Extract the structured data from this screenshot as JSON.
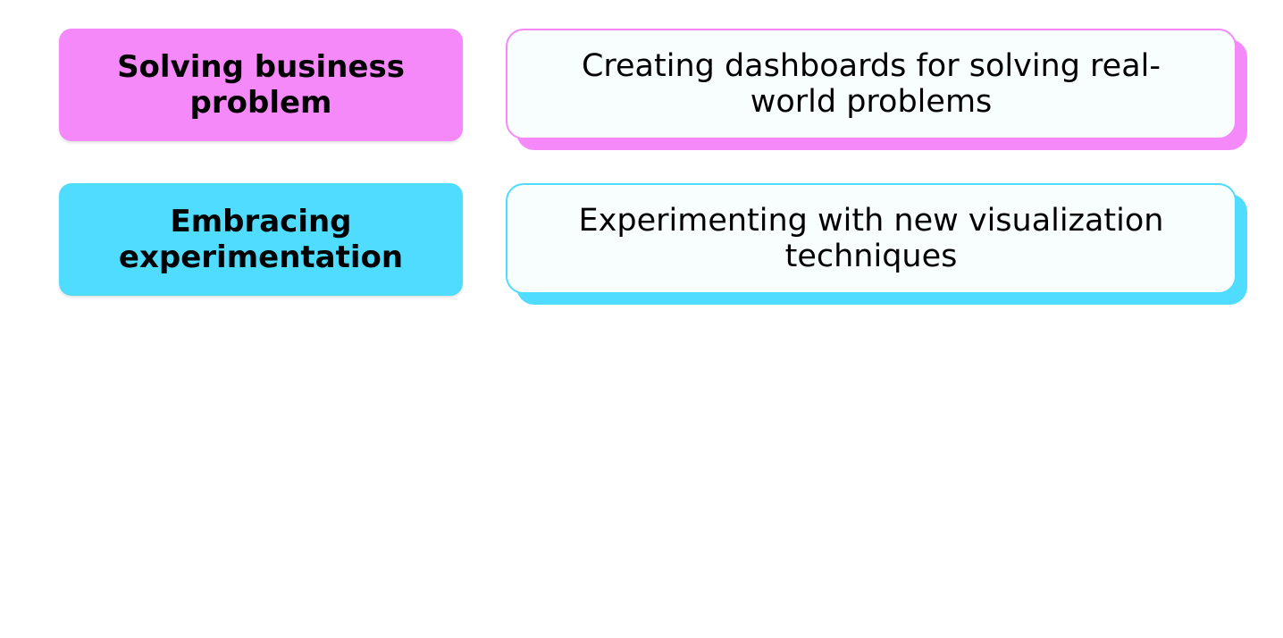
{
  "rows": [
    {
      "label": "Solving business problem",
      "description": "Creating dashboards for solving real-world problems",
      "color": "#f589f9"
    },
    {
      "label": "Embracing experimentation",
      "description": "Experimenting with new visualization techniques",
      "color": "#4fdcff"
    }
  ]
}
